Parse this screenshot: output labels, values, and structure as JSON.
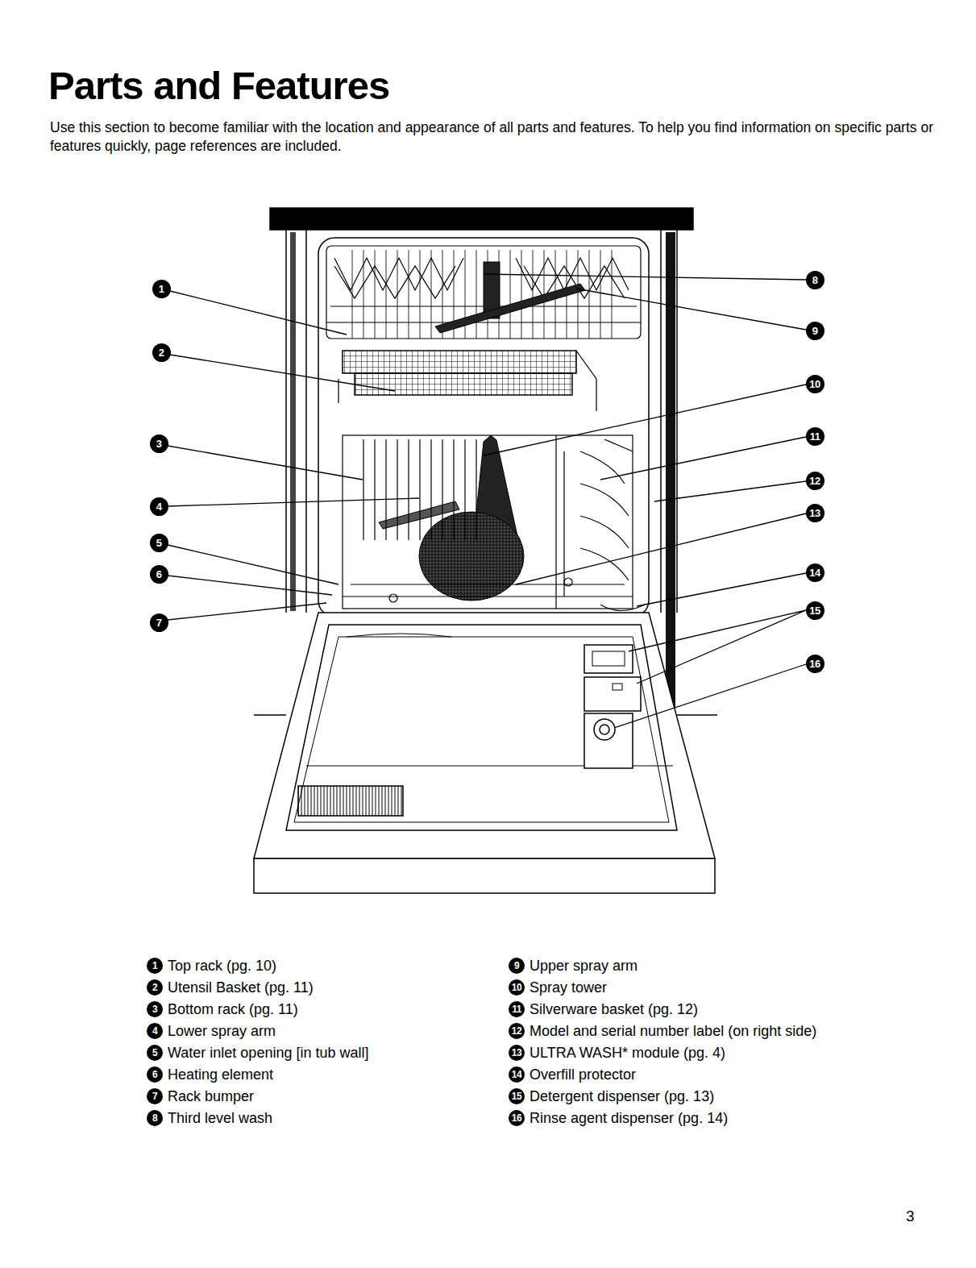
{
  "diagram": {
    "title": "Parts and Features",
    "nodes": [
      {
        "text": [
          "1"
        ]
      },
      {
        "text": [
          "2"
        ]
      },
      {
        "text": [
          "3"
        ]
      },
      {
        "text": [
          "4"
        ]
      },
      {
        "text": [
          "5"
        ]
      },
      {
        "text": [
          "6"
        ]
      },
      {
        "text": [
          "7"
        ]
      },
      {
        "text": [
          "8"
        ]
      },
      {
        "text": [
          "9"
        ]
      },
      {
        "text": [
          "10"
        ]
      },
      {
        "text": [
          "11"
        ]
      },
      {
        "text": [
          "12"
        ]
      },
      {
        "text": [
          "13"
        ]
      },
      {
        "text": [
          "14"
        ]
      },
      {
        "text": [
          "15"
        ]
      },
      {
        "text": [
          "16"
        ]
      },
      {
        "text": [
          "1",
          "Top rack (pg. 10)"
        ]
      },
      {
        "text": [
          "2",
          "Utensil Basket (pg. 11)"
        ]
      },
      {
        "text": [
          "3",
          "Bottom rack (pg. 11)"
        ]
      },
      {
        "text": [
          "4",
          "Lower spray arm"
        ]
      },
      {
        "text": [
          "5",
          "Water inlet opening [in tub wall]"
        ]
      },
      {
        "text": [
          "6",
          "Heating element"
        ]
      },
      {
        "text": [
          "7",
          "Rack bumper"
        ]
      },
      {
        "text": [
          "8",
          "Third level wash"
        ]
      },
      {
        "text": [
          "9",
          "Upper spray arm"
        ]
      },
      {
        "text": [
          "10",
          "Spray tower"
        ]
      },
      {
        "text": [
          "11",
          "Silverware basket (pg. 12)"
        ]
      },
      {
        "text": [
          "12",
          "Model and serial number label (on right side)"
        ]
      },
      {
        "text": [
          "13",
          "ULTRA WASH* module (pg. 4)"
        ]
      },
      {
        "text": [
          "14",
          "Overfill protector"
        ]
      },
      {
        "text": [
          "15",
          "Detergent dispenser (pg. 13)"
        ]
      },
      {
        "text": [
          "16",
          "Rinse agent dispenser (pg. 14)"
        ]
      }
    ],
    "labels": [
      "Use this section to become familiar with the location and appearance of all parts and features. To help you find information on specific parts or features quickly, page references are included.",
      "3"
    ]
  }
}
